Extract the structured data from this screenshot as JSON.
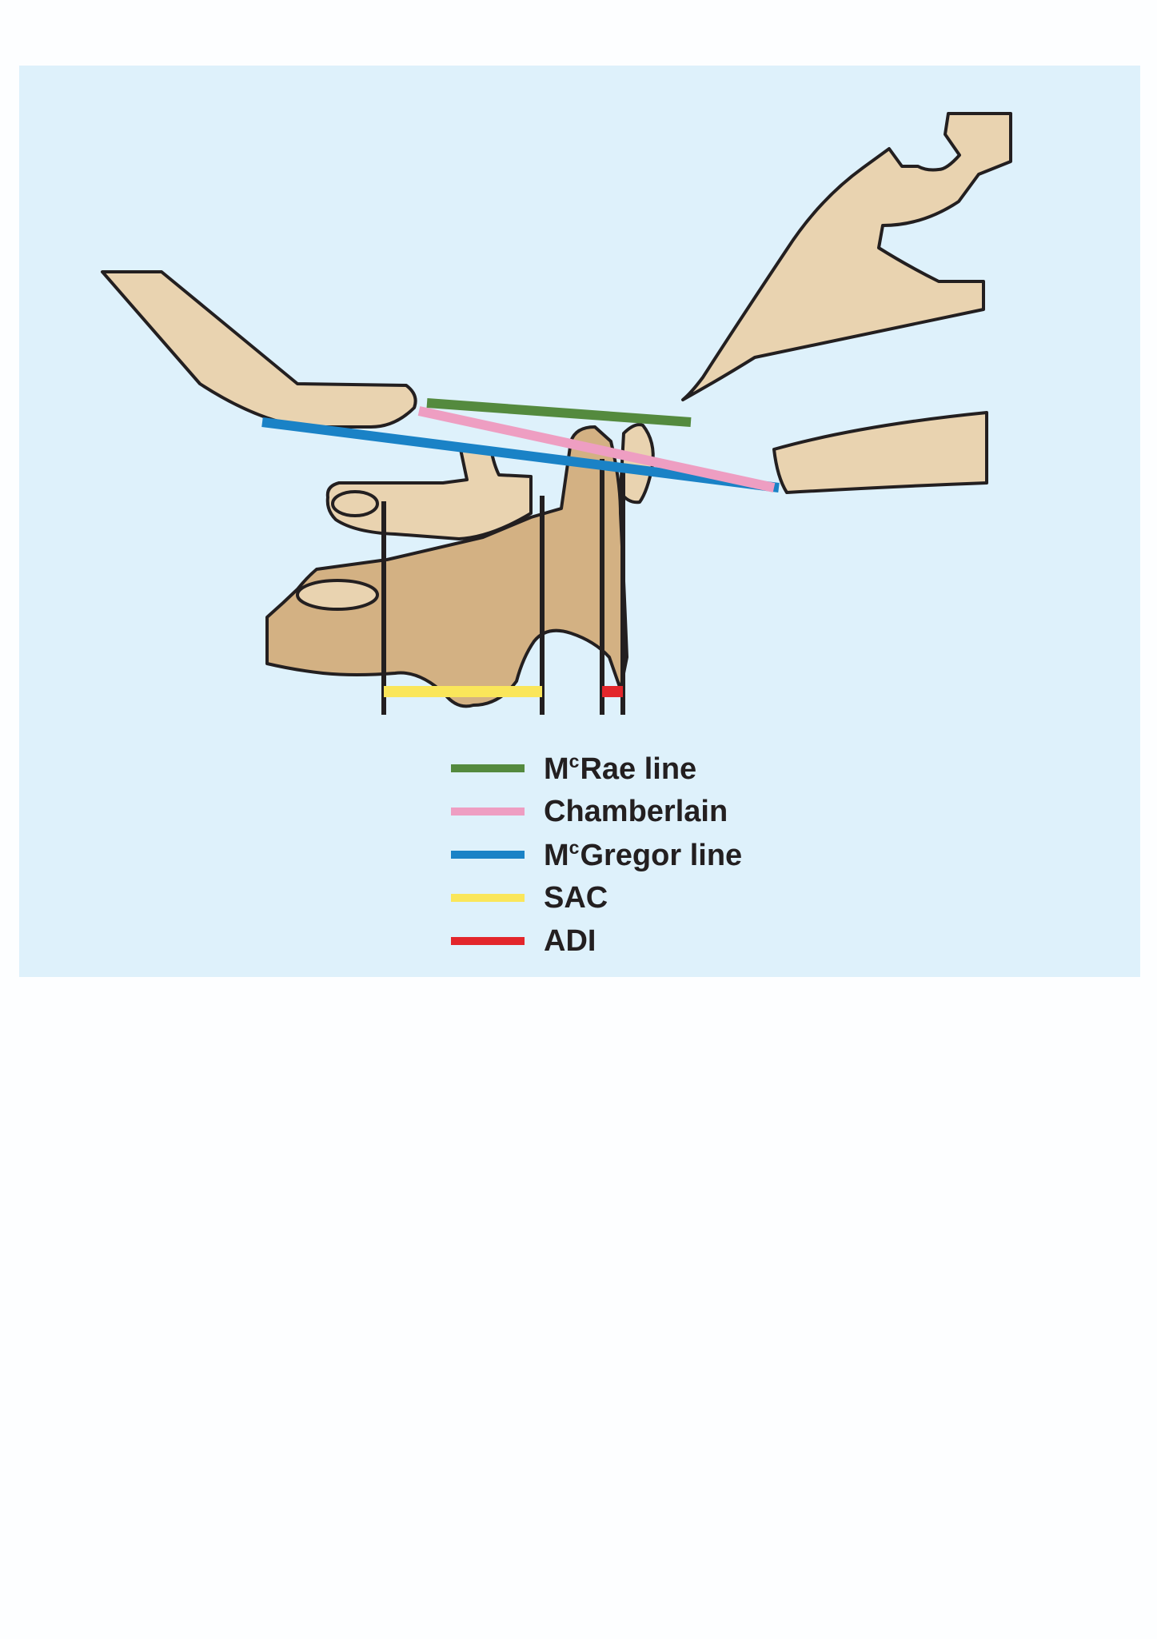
{
  "colors": {
    "background": "#def1fb",
    "bone": "#e9d3b0",
    "bone_dark": "#d3b183",
    "outline": "#231f20",
    "mcrae": "#548a3e",
    "chamberlain": "#ee9ec2",
    "mcgregor": "#1a82c6",
    "sac": "#fae65a",
    "adi": "#e3262b"
  },
  "legend": [
    {
      "prefix": "M",
      "sup": "c",
      "label": "Rae line",
      "color": "#548a3e",
      "icon": "green-line-swatch"
    },
    {
      "prefix": "",
      "sup": "",
      "label": "Chamberlain",
      "color": "#ee9ec2",
      "icon": "pink-line-swatch"
    },
    {
      "prefix": "M",
      "sup": "c",
      "label": "Gregor line",
      "color": "#1a82c6",
      "icon": "blue-line-swatch"
    },
    {
      "prefix": "",
      "sup": "",
      "label": "SAC",
      "color": "#fae65a",
      "icon": "yellow-line-swatch"
    },
    {
      "prefix": "",
      "sup": "",
      "label": "ADI",
      "color": "#e3262b",
      "icon": "red-line-swatch"
    }
  ]
}
